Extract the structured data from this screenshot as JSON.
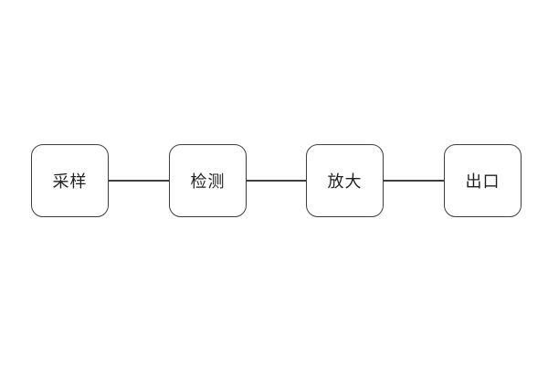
{
  "diagram": {
    "type": "flowchart",
    "direction": "left-to-right",
    "background_color": "#ffffff",
    "node_fill_color": "#ffffff",
    "node_border_color": "#3f3f3f",
    "connector_color": "#3f3f3f",
    "text_color": "#1f1f1f",
    "nodes": [
      {
        "id": "sampling",
        "label": "采样"
      },
      {
        "id": "detection",
        "label": "检测"
      },
      {
        "id": "amplification",
        "label": "放大"
      },
      {
        "id": "outlet",
        "label": "出口"
      }
    ],
    "connections": [
      {
        "from": "采样",
        "to": "检测"
      },
      {
        "from": "检测",
        "to": "放大"
      },
      {
        "from": "放大",
        "to": "出口"
      }
    ]
  }
}
